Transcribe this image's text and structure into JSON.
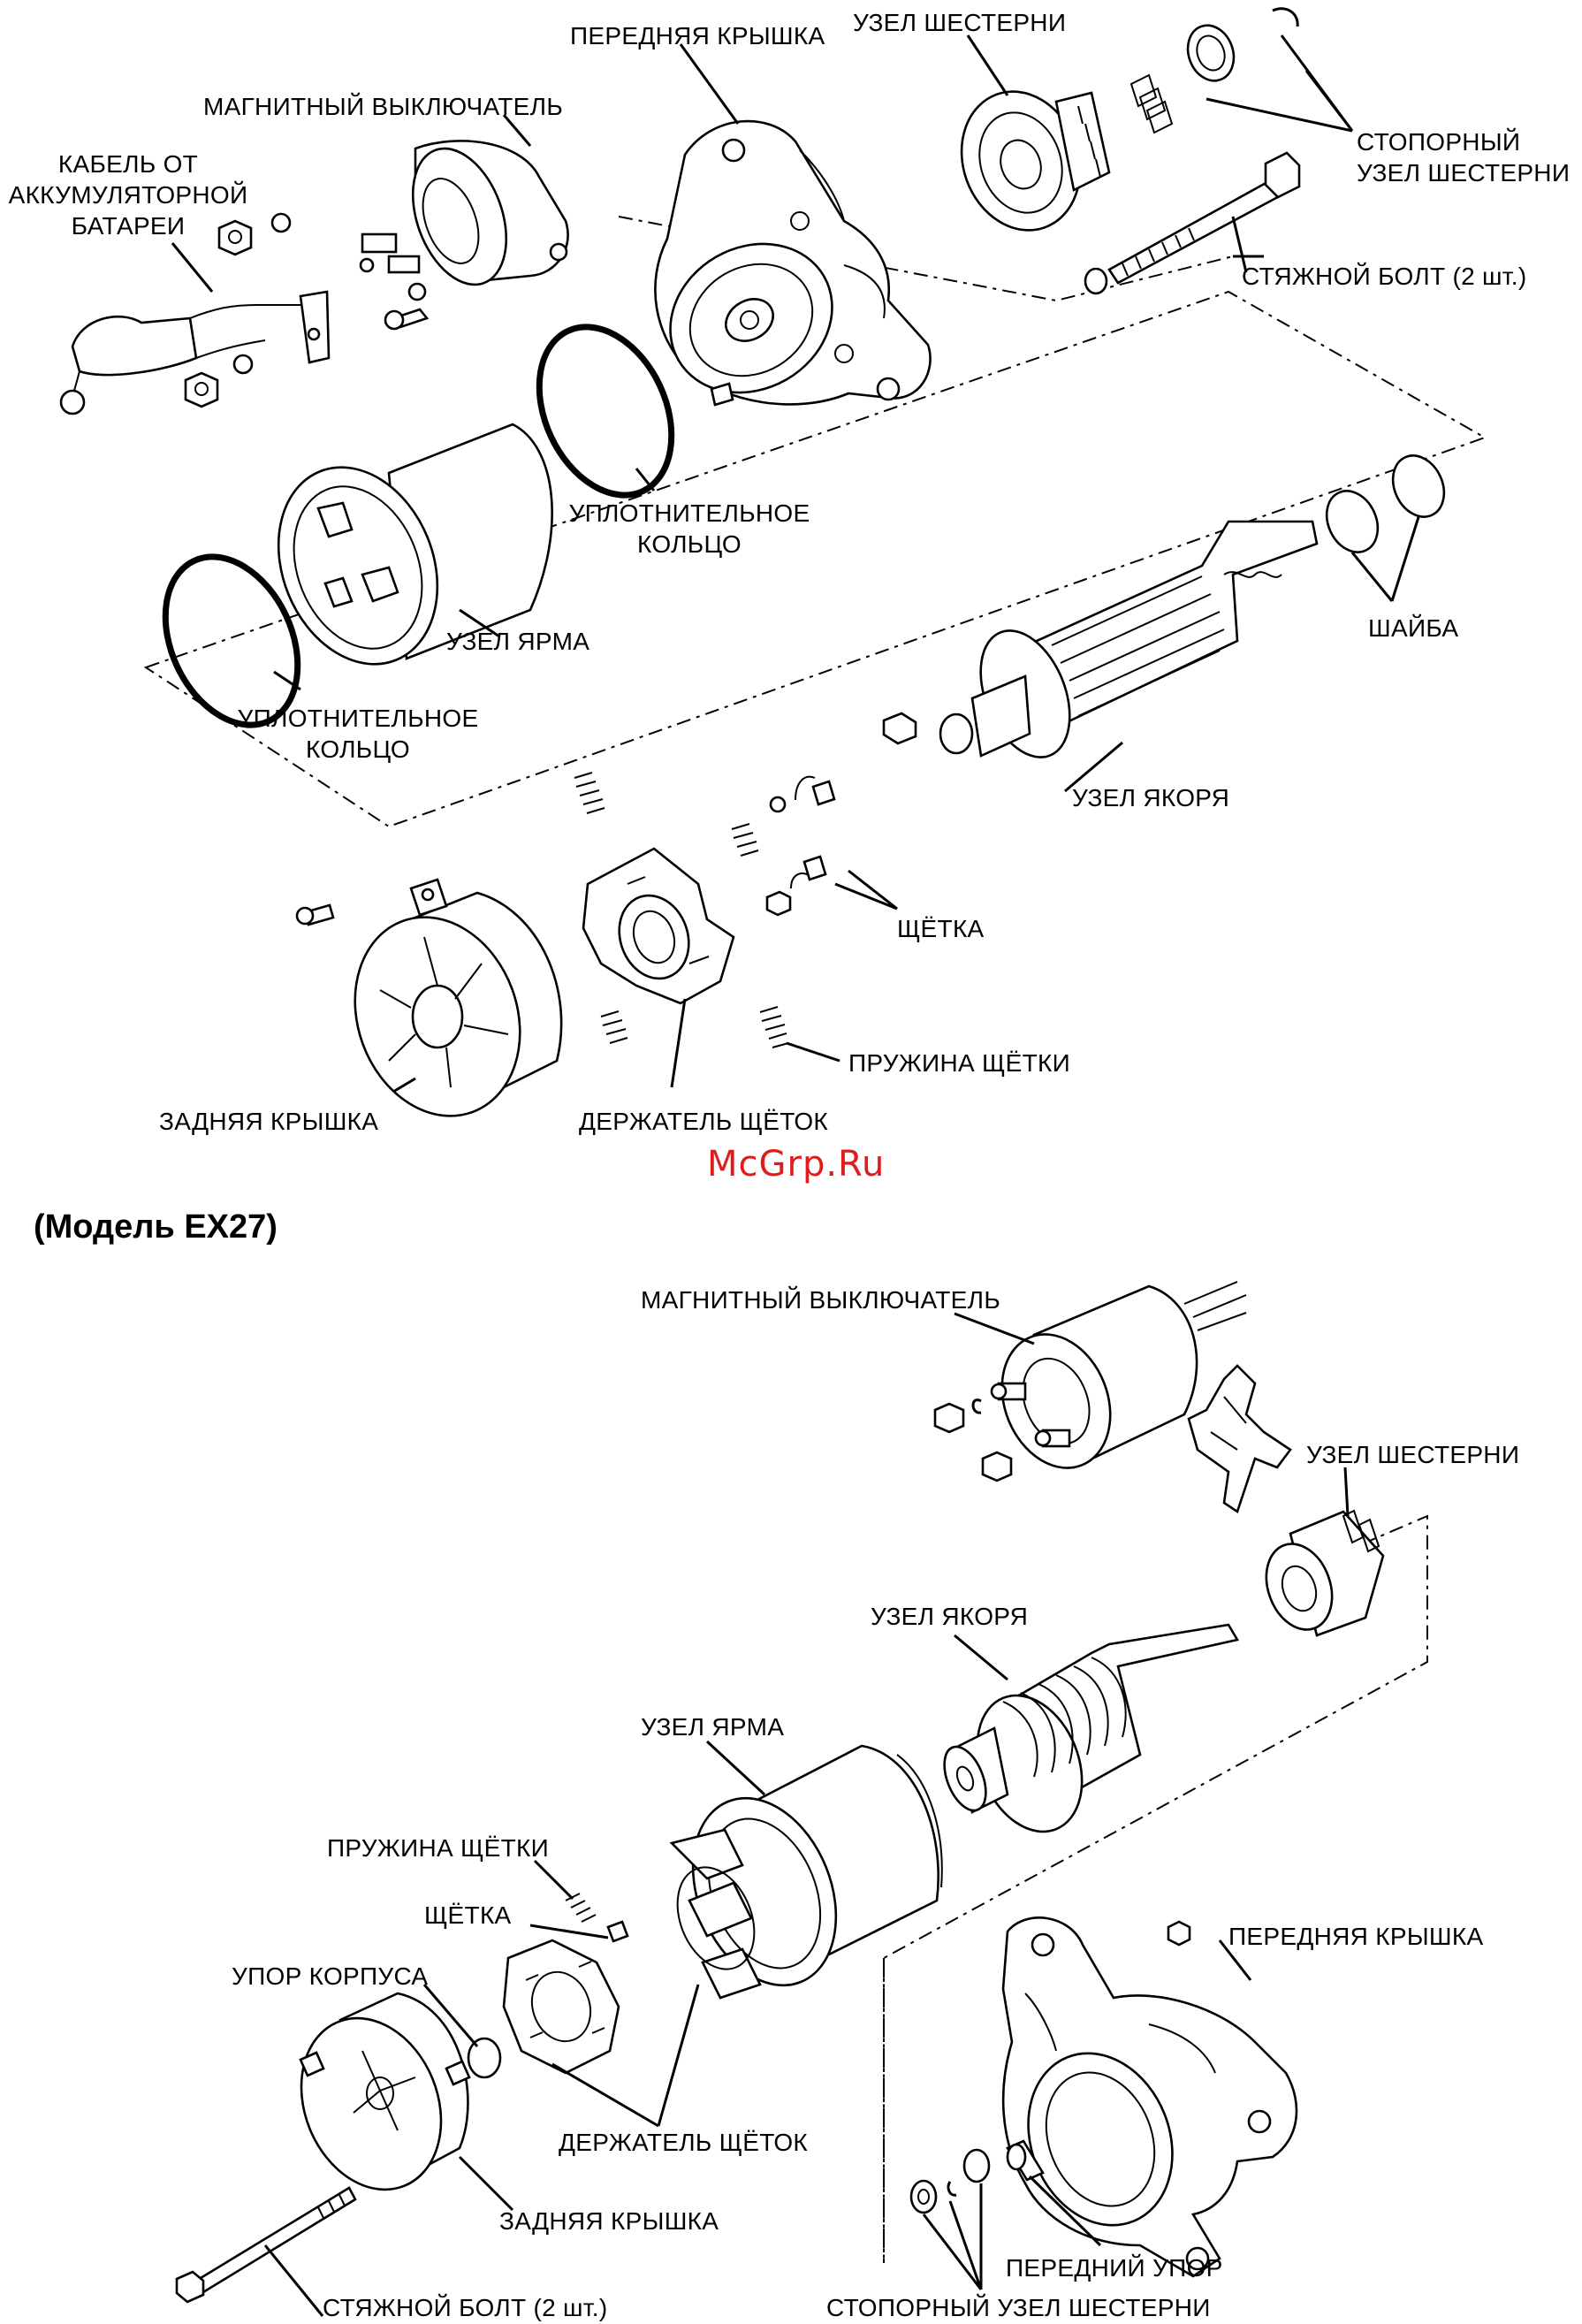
{
  "diagram1": {
    "labels": {
      "front_cover": "ПЕРЕДНЯЯ КРЫШКА",
      "pinion_assembly": "УЗЕЛ ШЕСТЕРНИ",
      "magnetic_switch": "МАГНИТНЫЙ ВЫКЛЮЧАТЕЛЬ",
      "battery_cable_1": "КАБЕЛЬ ОТ",
      "battery_cable_2": "АККУМУЛЯТОРНОЙ",
      "battery_cable_3": "БАТАРЕИ",
      "pinion_stop_1": "СТОПОРНЫЙ",
      "pinion_stop_2": "УЗЕЛ ШЕСТЕРНИ",
      "through_bolt": "СТЯЖНОЙ БОЛТ (2 шт.)",
      "o_ring_upper_1": "УПЛОТНИТЕЛЬНОЕ",
      "o_ring_upper_2": "КОЛЬЦО",
      "yoke_assembly": "УЗЕЛ ЯРМА",
      "washer": "ШАЙБА",
      "o_ring_lower_1": "УПЛОТНИТЕЛЬНОЕ",
      "o_ring_lower_2": "КОЛЬЦО",
      "armature_assembly": "УЗЕЛ ЯКОРЯ",
      "brush": "ЩЁТКА",
      "brush_spring": "ПРУЖИНА ЩЁТКИ",
      "rear_cover": "ЗАДНЯЯ КРЫШКА",
      "brush_holder": "ДЕРЖАТЕЛЬ ЩЁТОК"
    }
  },
  "watermark": "McGrp.Ru",
  "model_heading": "(Модель EX27)",
  "diagram2": {
    "labels": {
      "magnetic_switch": "МАГНИТНЫЙ ВЫКЛЮЧАТЕЛЬ",
      "pinion_assembly": "УЗЕЛ ШЕСТЕРНИ",
      "armature_assembly": "УЗЕЛ ЯКОРЯ",
      "yoke_assembly": "УЗЕЛ ЯРМА",
      "brush_spring": "ПРУЖИНА ЩЁТКИ",
      "brush": "ЩЁТКА",
      "housing_stop": "УПОР КОРПУСА",
      "front_cover": "ПЕРЕДНЯЯ КРЫШКА",
      "brush_holder": "ДЕРЖАТЕЛЬ ЩЁТОК",
      "rear_cover": "ЗАДНЯЯ КРЫШКА",
      "front_stop": "ПЕРЕДНИЙ УПОР",
      "through_bolt": "СТЯЖНОЙ БОЛТ (2 шт.)",
      "pinion_stop": "СТОПОРНЫЙ УЗЕЛ ШЕСТЕРНИ"
    }
  }
}
